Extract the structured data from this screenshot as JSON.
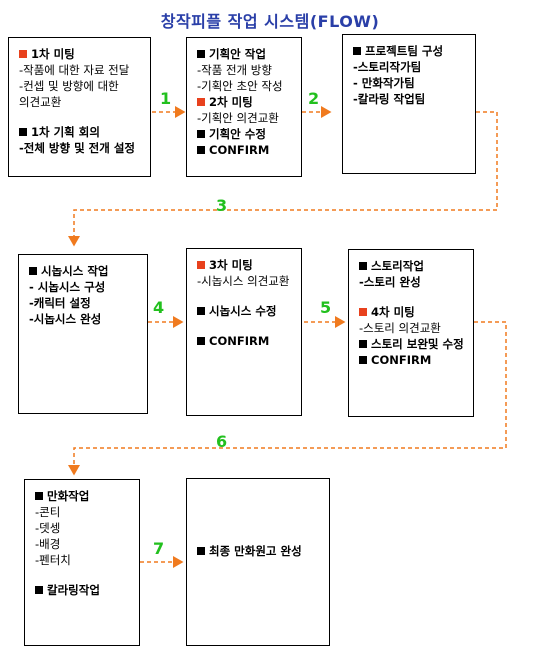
{
  "title": "창작피플 작업 시스템(FLOW)",
  "colors": {
    "title": "#2a3fa8",
    "step": "#22c01e",
    "arrow": "#f07a1e",
    "marker_red": "#e8411d",
    "marker_black": "#000000"
  },
  "steps": [
    "1",
    "2",
    "3",
    "4",
    "5",
    "6",
    "7"
  ],
  "boxes": [
    {
      "lines": [
        {
          "marker": "red",
          "text": "1차 미팅",
          "bold": true
        },
        {
          "text": "-작품에 대한 자료 전달"
        },
        {
          "text": "-컨셉 및 방향에 대한"
        },
        {
          "text": " 의견교환"
        },
        {
          "gap": true
        },
        {
          "marker": "black",
          "text": "1차 기획 회의",
          "bold": true
        },
        {
          "text": "-전체 방향 및 전개 설정",
          "bold": true
        }
      ]
    },
    {
      "lines": [
        {
          "marker": "black",
          "text": "기획안 작업",
          "bold": true
        },
        {
          "text": "-작품 전개 방향"
        },
        {
          "text": "-기획안 초안 작성"
        },
        {
          "marker": "red",
          "text": "2차 미팅",
          "bold": true
        },
        {
          "text": "-기획안 의견교환"
        },
        {
          "marker": "black",
          "text": "기획안 수정",
          "bold": true
        },
        {
          "marker": "black",
          "text": "CONFIRM",
          "bold": true
        }
      ]
    },
    {
      "lines": [
        {
          "marker": "black",
          "text": "프로젝트팀 구성",
          "bold": true
        },
        {
          "text": "-스토리작가팀",
          "bold": true
        },
        {
          "text": "- 만화작가팀",
          "bold": true
        },
        {
          "text": "-칼라링 작업팀",
          "bold": true
        }
      ]
    },
    {
      "lines": [
        {
          "marker": "black",
          "text": "시놉시스 작업",
          "bold": true
        },
        {
          "text": "- 시놉시스 구성",
          "bold": true
        },
        {
          "text": "-캐릭터 설정",
          "bold": true
        },
        {
          "text": "-시놉시스 완성",
          "bold": true
        }
      ]
    },
    {
      "lines": [
        {
          "marker": "red",
          "text": "3차 미팅",
          "bold": true
        },
        {
          "text": "-시놉시스 의견교환"
        },
        {
          "gap": true
        },
        {
          "marker": "black",
          "text": "시놉시스 수정",
          "bold": true
        },
        {
          "gap": true
        },
        {
          "marker": "black",
          "text": "CONFIRM",
          "bold": true
        }
      ]
    },
    {
      "lines": [
        {
          "marker": "black",
          "text": "스토리작업",
          "bold": true
        },
        {
          "text": "-스토리 완성",
          "bold": true
        },
        {
          "gap": true
        },
        {
          "marker": "red",
          "text": "4차 미팅",
          "bold": true
        },
        {
          "text": "-스토리 의견교환"
        },
        {
          "marker": "black",
          "text": "스토리 보완및 수정",
          "bold": true
        },
        {
          "marker": "black",
          "text": "CONFIRM",
          "bold": true
        }
      ]
    },
    {
      "lines": [
        {
          "marker": "black",
          "text": "만화작업",
          "bold": true
        },
        {
          "text": "-콘티"
        },
        {
          "text": "-뎃셍"
        },
        {
          "text": "-배경"
        },
        {
          "text": "-펜터치"
        },
        {
          "gap": true
        },
        {
          "marker": "black",
          "text": "칼라링작업",
          "bold": true
        }
      ]
    },
    {
      "lines": [
        {
          "gap": true
        },
        {
          "gap": true
        },
        {
          "gap": true
        },
        {
          "gap": true
        },
        {
          "marker": "black",
          "text": "최종 만화원고 완성",
          "bold": true
        }
      ]
    }
  ]
}
